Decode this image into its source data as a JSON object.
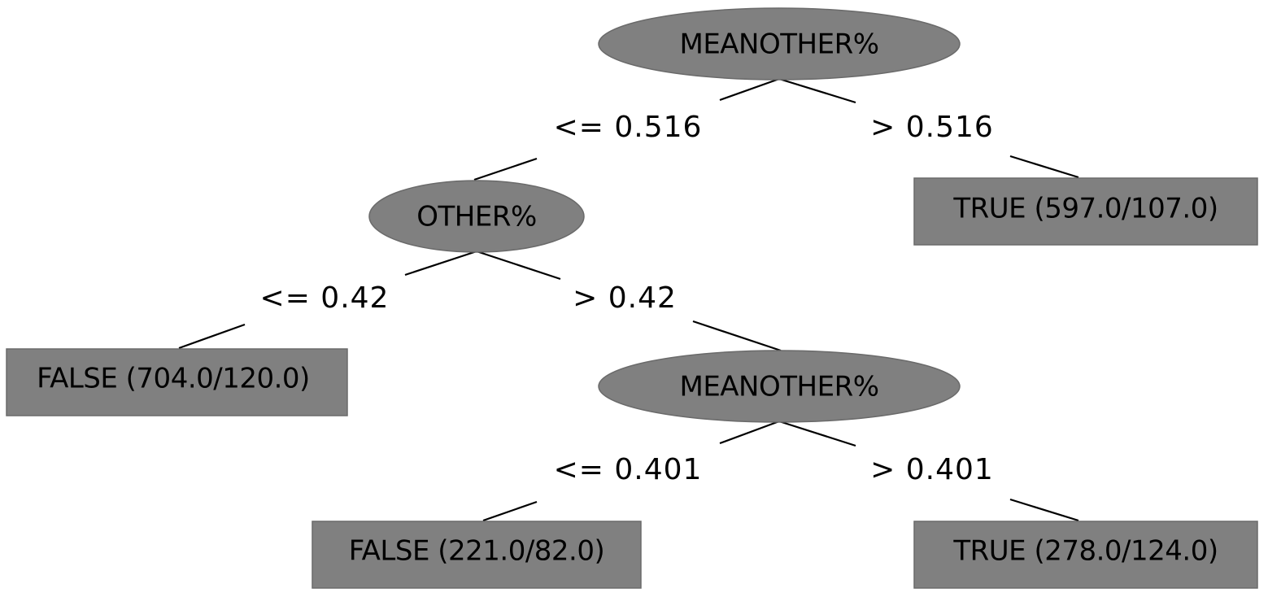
{
  "tree": {
    "nodes": [
      {
        "id": "n1",
        "kind": "split",
        "label": "MEANOTHER%"
      },
      {
        "id": "n2",
        "kind": "split",
        "label": "OTHER%"
      },
      {
        "id": "n3",
        "kind": "leaf",
        "label": "TRUE (597.0/107.0)"
      },
      {
        "id": "n4",
        "kind": "leaf",
        "label": "FALSE (704.0/120.0)"
      },
      {
        "id": "n5",
        "kind": "split",
        "label": "MEANOTHER%"
      },
      {
        "id": "n6",
        "kind": "leaf",
        "label": "FALSE (221.0/82.0)"
      },
      {
        "id": "n7",
        "kind": "leaf",
        "label": "TRUE (278.0/124.0)"
      }
    ],
    "edges": [
      {
        "from": "n1",
        "to": "n2",
        "label": "<= 0.516"
      },
      {
        "from": "n1",
        "to": "n3",
        "label": "> 0.516"
      },
      {
        "from": "n2",
        "to": "n4",
        "label": "<= 0.42"
      },
      {
        "from": "n2",
        "to": "n5",
        "label": "> 0.42"
      },
      {
        "from": "n5",
        "to": "n6",
        "label": "<= 0.401"
      },
      {
        "from": "n5",
        "to": "n7",
        "label": "> 0.401"
      }
    ]
  },
  "colors": {
    "node_fill": "#808080",
    "edge": "#000000",
    "text": "#000000",
    "background": "#ffffff"
  }
}
